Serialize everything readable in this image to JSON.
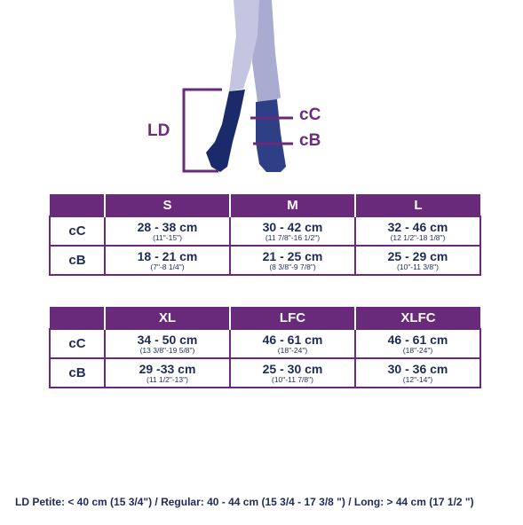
{
  "labels": {
    "ld": "LD",
    "cc": "cC",
    "cb": "cB"
  },
  "table1": {
    "headers": [
      "S",
      "M",
      "L"
    ],
    "rows": [
      {
        "label": "cC",
        "cells": [
          {
            "cm": "28 - 38 cm",
            "in": "(11\"-15\")"
          },
          {
            "cm": "30 - 42 cm",
            "in": "(11 7/8\"-16 1/2\")"
          },
          {
            "cm": "32 - 46 cm",
            "in": "(12 1/2\"-18 1/8\")"
          }
        ]
      },
      {
        "label": "cB",
        "cells": [
          {
            "cm": "18 - 21 cm",
            "in": "(7\"-8 1/4\")"
          },
          {
            "cm": "21 - 25 cm",
            "in": "(8 3/8\"-9 7/8\")"
          },
          {
            "cm": "25 - 29 cm",
            "in": "(10\"-11 3/8\")"
          }
        ]
      }
    ]
  },
  "table2": {
    "headers": [
      "XL",
      "LFC",
      "XLFC"
    ],
    "rows": [
      {
        "label": "cC",
        "cells": [
          {
            "cm": "34 - 50 cm",
            "in": "(13 3/8\"-19 5/8\")"
          },
          {
            "cm": "46 - 61 cm",
            "in": "(18\"-24\")"
          },
          {
            "cm": "46 - 61 cm",
            "in": "(18\"-24\")"
          }
        ]
      },
      {
        "label": "cB",
        "cells": [
          {
            "cm": "29 -33 cm",
            "in": "(11 1/2\"-13\")"
          },
          {
            "cm": "25 - 30 cm",
            "in": "(10\"-11 7/8\")"
          },
          {
            "cm": "30 - 36 cm",
            "in": "(12\"-14\")"
          }
        ]
      }
    ]
  },
  "footer": "LD Petite: < 40 cm (15 3/4\") / Regular: 40 - 44 cm (15 3/4 - 17 3/8 \") / Long: > 44 cm (17 1/2 \")",
  "colors": {
    "purple": "#6a2a7c",
    "navy": "#1e2b57",
    "leg": "#b8b9d8",
    "sock": "#1b2a6b",
    "sock_light": "#2e3f86"
  }
}
